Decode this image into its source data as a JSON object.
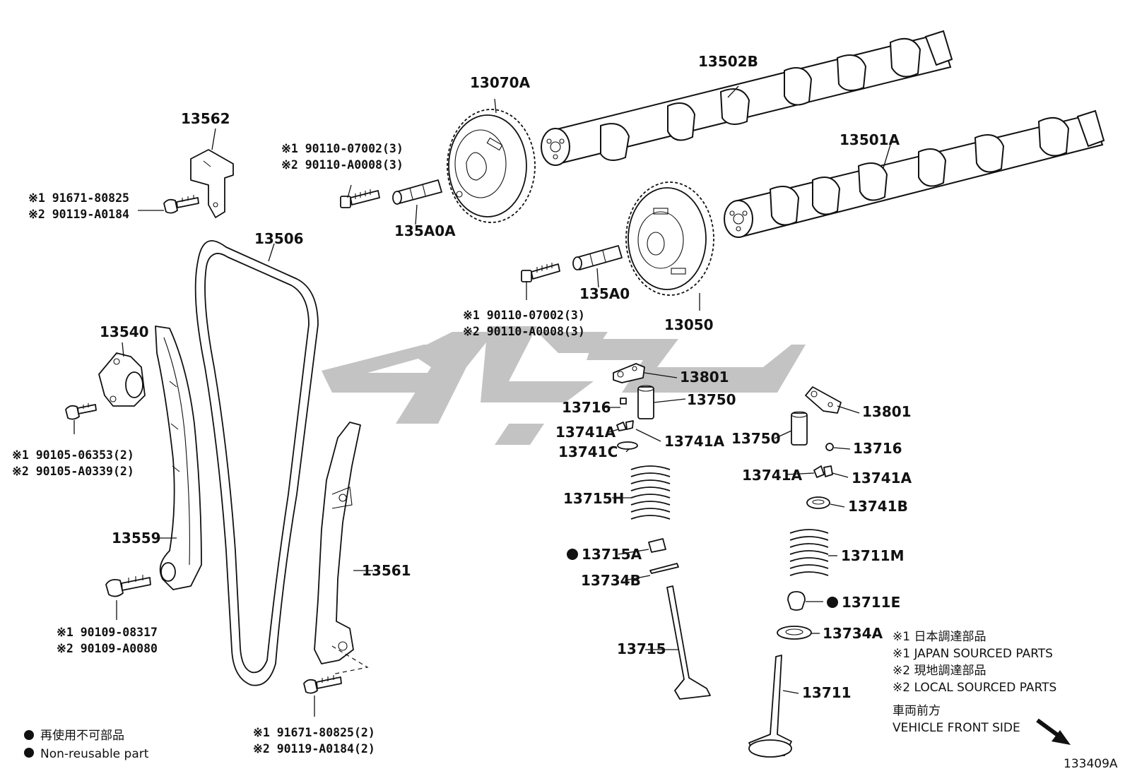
{
  "diagram_id": "133409A",
  "watermark_color": "#bdbdbd",
  "labels": {
    "l13502B": "13502B",
    "l13501A": "13501A",
    "l13070A": "13070A",
    "l13050": "13050",
    "l13562": "13562",
    "l135A0A": "135A0A",
    "l135A0": "135A0",
    "l13506": "13506",
    "l13540": "13540",
    "l13559": "13559",
    "l13561": "13561",
    "l13801a": "13801",
    "l13750a": "13750",
    "l13716a": "13716",
    "l13741Aa": "13741A",
    "l13741Ab": "13741A",
    "l13741C": "13741C",
    "l13715H": "13715H",
    "l13715A": "13715A",
    "l13734B": "13734B",
    "l13715": "13715",
    "l13801b": "13801",
    "l13750b": "13750",
    "l13716b": "13716",
    "l13741Ac": "13741A",
    "l13741Ad": "13741A",
    "l13741B": "13741B",
    "l13711M": "13711M",
    "l13711E": "13711E",
    "l13734A": "13734A",
    "l13711": "13711"
  },
  "subparts": {
    "s13562_1": "※1 91671-80825",
    "s13562_2": "※2 90119-A0184",
    "s13070_1": "※1 90110-07002(3)",
    "s13070_2": "※2 90110-A0008(3)",
    "s13050_1": "※1 90110-07002(3)",
    "s13050_2": "※2 90110-A0008(3)",
    "s13540_1": "※1 90105-06353(2)",
    "s13540_2": "※2 90105-A0339(2)",
    "s13559_1": "※1 90109-08317",
    "s13559_2": "※2 90109-A0080",
    "s13561_1": "※1 91671-80825(2)",
    "s13561_2": "※2 90119-A0184(2)"
  },
  "legend": {
    "nonreusable_jp": "再使用不可部品",
    "nonreusable_en": "Non-reusable part",
    "jp1": "※1 日本調達部品",
    "en1": "※1 JAPAN SOURCED PARTS",
    "jp2": "※2 現地調達部品",
    "en2": "※2 LOCAL SOURCED PARTS",
    "front_jp": "車両前方",
    "front_en": "VEHICLE FRONT SIDE"
  }
}
